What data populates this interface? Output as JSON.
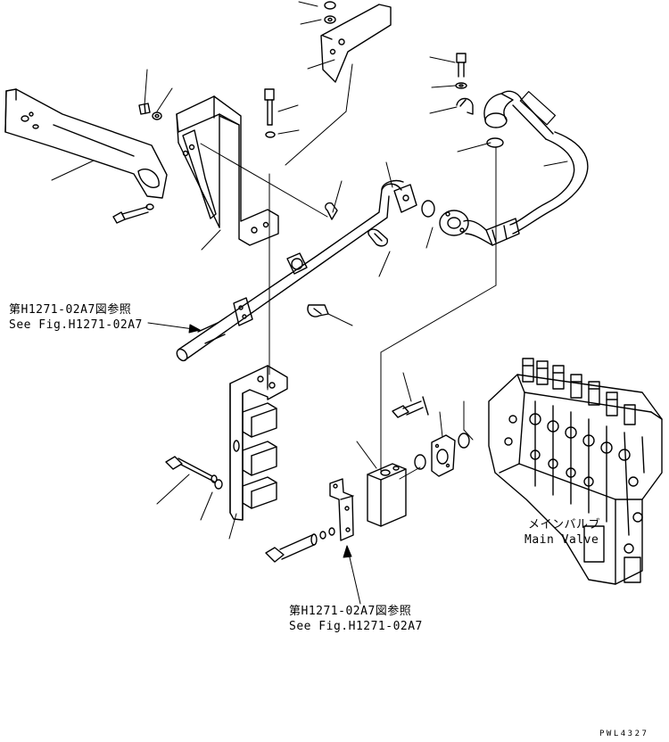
{
  "diagram": {
    "callouts": {
      "ref_left": {
        "jp": "第H1271-02A7図参照",
        "en": "See Fig.H1271-02A7"
      },
      "ref_bottom": {
        "jp": "第H1271-02A7図参照",
        "en": "See Fig.H1271-02A7"
      },
      "main_valve": {
        "jp": "メインバルブ",
        "en": "Main Valve"
      }
    },
    "drawing_code": "PWL4327"
  }
}
